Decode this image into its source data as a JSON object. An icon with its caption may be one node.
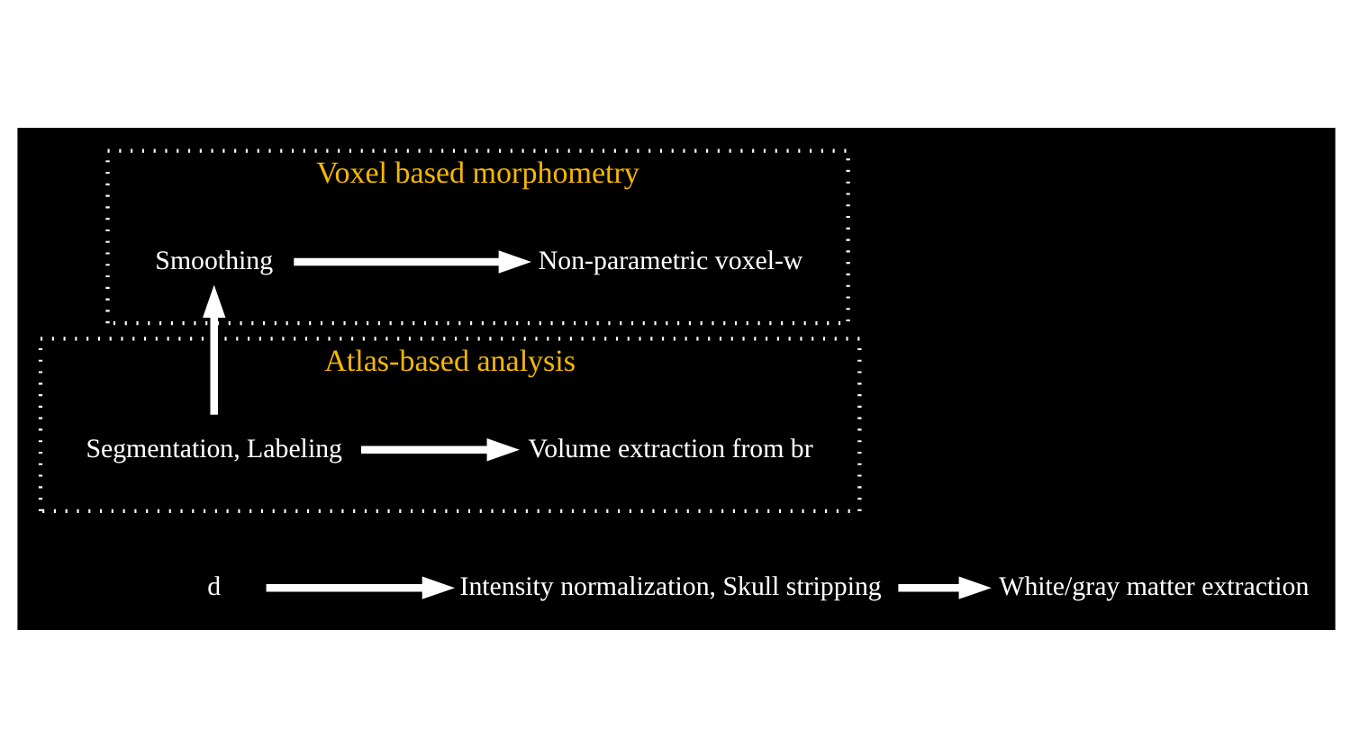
{
  "diagram": {
    "nodes": [
      {
        "text": [
          "d"
        ]
      },
      {
        "text": [
          "Intensity normalization, Skull stripping"
        ]
      },
      {
        "text": [
          "White/gray matter extraction"
        ]
      },
      {
        "text": [
          "Atlas-based analysis"
        ]
      },
      {
        "text": [
          "Segmentation, Labeling"
        ],
        "in": 3
      },
      {
        "text": [
          "Volume extraction from br"
        ],
        "in": 3
      },
      {
        "text": [
          "Voxel based morphometry"
        ]
      },
      {
        "text": [
          "Smoothing"
        ],
        "in": 6
      },
      {
        "text": [
          "Non-parametric voxel-w"
        ],
        "in": 6
      }
    ],
    "edges": [
      {
        "from": 0,
        "to": 1,
        "arrow": "to"
      },
      {
        "from": 1,
        "to": 2,
        "arrow": "to"
      },
      {
        "from": 4,
        "to": 5,
        "arrow": "to"
      },
      {
        "from": 4,
        "to": 7,
        "arrow": "to"
      },
      {
        "from": 7,
        "to": 8,
        "arrow": "to"
      }
    ]
  }
}
